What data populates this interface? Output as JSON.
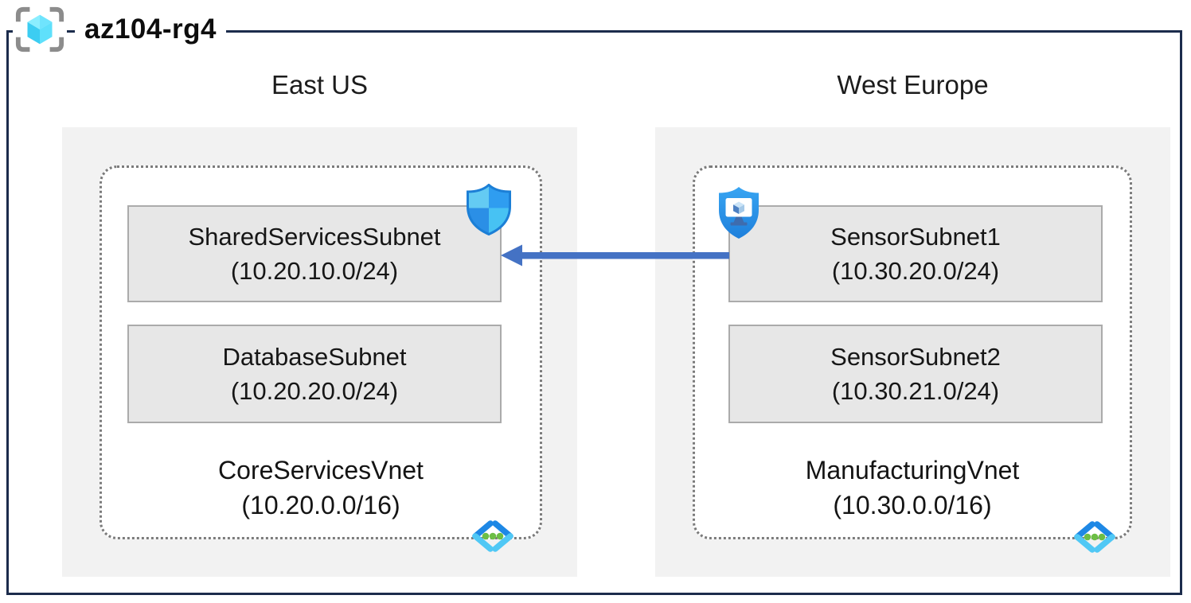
{
  "resource_group": {
    "name": "az104-rg4"
  },
  "regions": [
    {
      "name": "East US",
      "vnet": {
        "name": "CoreServicesVnet",
        "cidr": "(10.20.0.0/16)"
      },
      "subnets": [
        {
          "name": "SharedServicesSubnet",
          "cidr": "(10.20.10.0/24)"
        },
        {
          "name": "DatabaseSubnet",
          "cidr": "(10.20.20.0/24)"
        }
      ]
    },
    {
      "name": "West Europe",
      "vnet": {
        "name": "ManufacturingVnet",
        "cidr": "(10.30.0.0/16)"
      },
      "subnets": [
        {
          "name": "SensorSubnet1",
          "cidr": "(10.30.20.0/24)"
        },
        {
          "name": "SensorSubnet2",
          "cidr": "(10.30.21.0/24)"
        }
      ]
    }
  ],
  "connection": {
    "from": "SensorSubnet1",
    "to": "SharedServicesSubnet",
    "direction": "right-to-left",
    "color": "#4472c4"
  },
  "icons": {
    "resource_group": "resource-group-brackets-cube",
    "east_subnet_badge": "defender-shield",
    "west_subnet_badge": "bastion-shield-monitor",
    "vnet_badge": "virtual-network-chevrons"
  },
  "colors": {
    "boundary": "#1c2c4c",
    "region_fill": "#f2f2f2",
    "subnet_fill": "#e7e7e7",
    "subnet_border": "#ababab",
    "dotted_border": "#7b7b7b",
    "arrow": "#4472c4",
    "azure_blue": "#2e9bef",
    "azure_cyan": "#50c8f5",
    "azure_green": "#6cbe45"
  }
}
